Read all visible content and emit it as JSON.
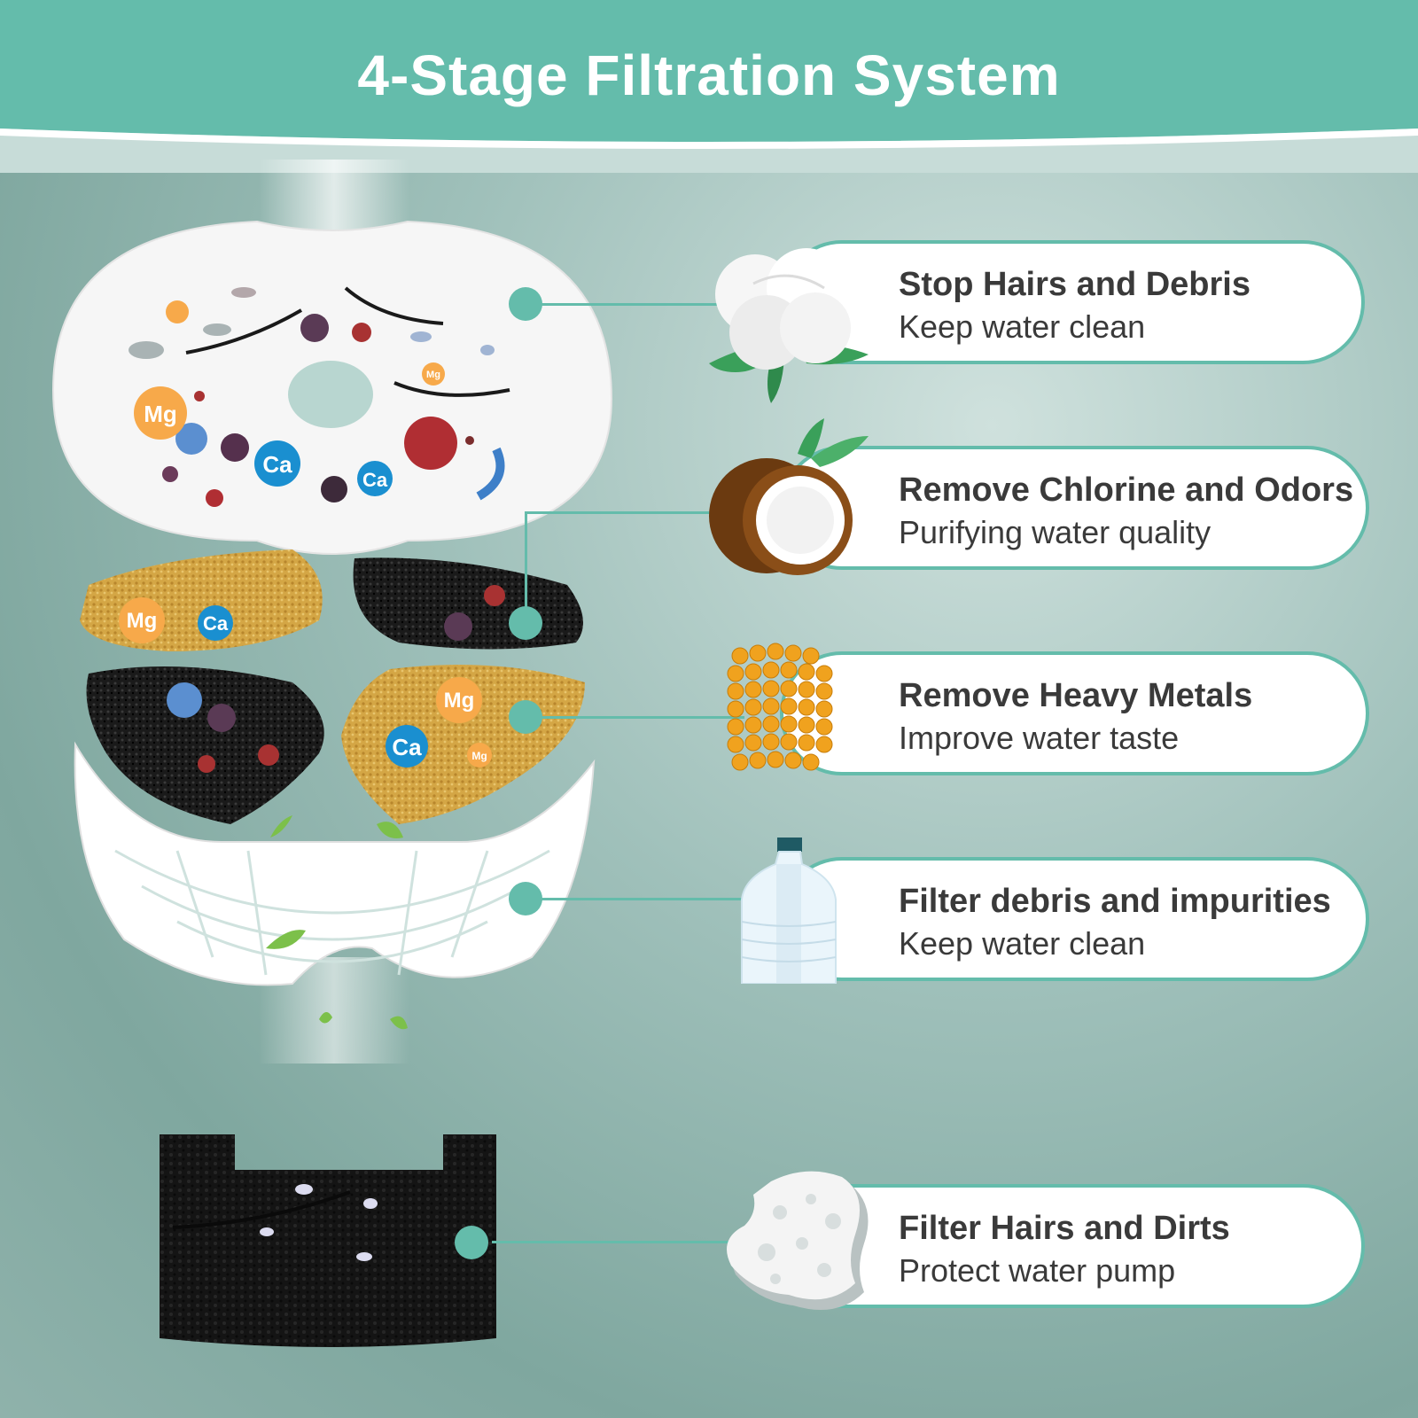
{
  "header": {
    "title": "4-Stage Filtration System"
  },
  "colors": {
    "accent": "#64bcab",
    "text": "#3a3a3a",
    "mg": "#f7a94a",
    "ca": "#1a8fd0"
  },
  "stages": [
    {
      "heading": "Stop Hairs and Debris",
      "subtitle": "Keep water clean",
      "icon": "cotton-icon"
    },
    {
      "heading": "Remove Chlorine and Odors",
      "subtitle": "Purifying water quality",
      "icon": "coconut-icon"
    },
    {
      "heading": "Remove Heavy Metals",
      "subtitle": "Improve water taste",
      "icon": "resin-beads-icon"
    },
    {
      "heading": "Filter debris and impurities",
      "subtitle": "Keep water clean",
      "icon": "water-bottle-icon"
    },
    {
      "heading": "Filter Hairs and Dirts",
      "subtitle": "Protect water pump",
      "icon": "sponge-icon"
    }
  ],
  "minerals": {
    "mg": "Mg",
    "ca": "Ca"
  }
}
